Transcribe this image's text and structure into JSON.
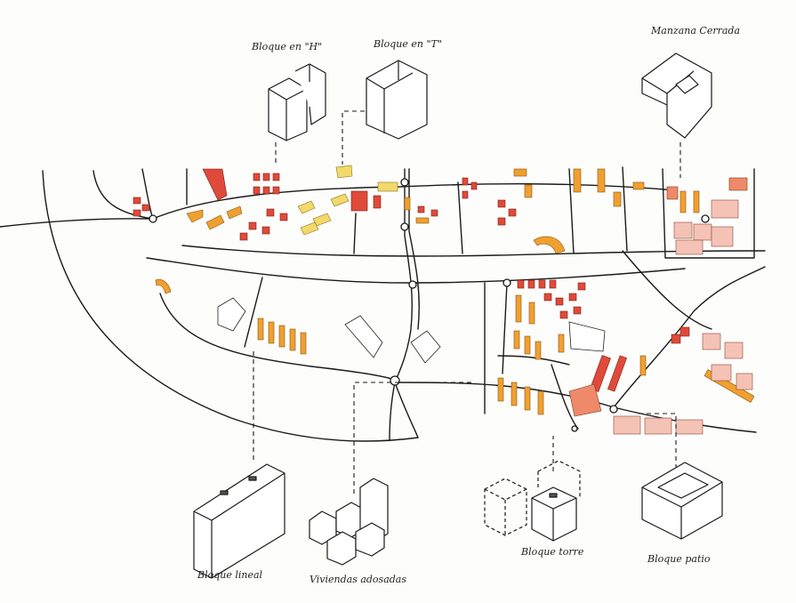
{
  "labels": {
    "bloque_h": "Bloque en \"H\"",
    "bloque_t": "Bloque en \"T\"",
    "manzana": "Manzana Cerrada",
    "bloque_lineal": "Bloque lineal",
    "viviendas": "Viviendas adosadas",
    "bloque_torre": "Bloque torre",
    "bloque_patio": "Bloque patio"
  },
  "colors": {
    "line": "#1a1a1a",
    "orange": "#f0a030",
    "red": "#e04a3a",
    "yellow": "#f3d86a",
    "pink": "#f5c2b6",
    "salmon": "#ee8a6a"
  }
}
